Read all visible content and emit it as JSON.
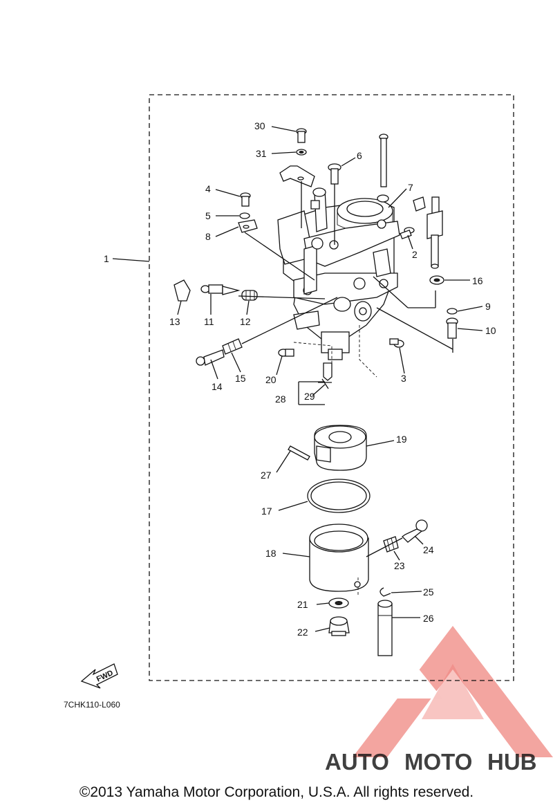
{
  "diagram_code": "7CHK110-L060",
  "fwd_label": "FWD",
  "copyright": "©2013 Yamaha Motor Corporation, U.S.A. All rights reserved.",
  "watermark": {
    "brand_part1": "AUTO",
    "brand_part2": "MOTO",
    "brand_part3": "HUB",
    "color_red": "#e8534a",
    "color_orange": "#f4a340",
    "color_gray": "#8c8c8c"
  },
  "part_labels": {
    "p1": "1",
    "p2": "2",
    "p3": "3",
    "p4": "4",
    "p5": "5",
    "p6": "6",
    "p7": "7",
    "p8": "8",
    "p9": "9",
    "p10": "10",
    "p11": "11",
    "p12": "12",
    "p13": "13",
    "p14": "14",
    "p15": "15",
    "p16": "16",
    "p17": "17",
    "p18": "18",
    "p19": "19",
    "p20": "20",
    "p21": "21",
    "p22": "22",
    "p23": "23",
    "p24": "24",
    "p25": "25",
    "p26": "26",
    "p27": "27",
    "p28": "28",
    "p29": "29",
    "p30": "30",
    "p31": "31"
  }
}
